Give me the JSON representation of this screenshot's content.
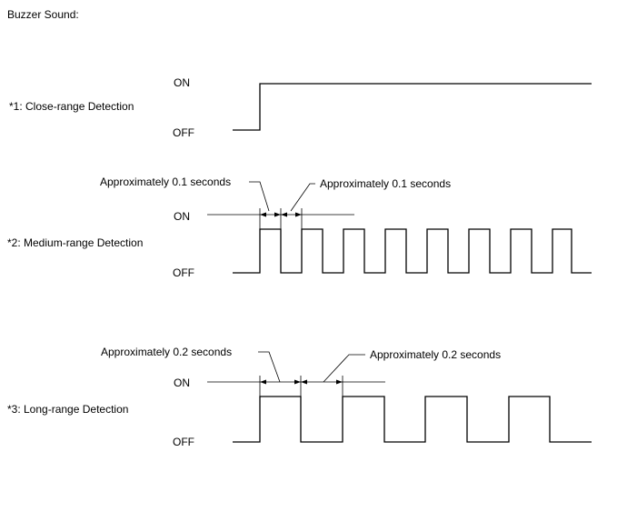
{
  "title": "Buzzer Sound:",
  "level_on": "ON",
  "level_off": "OFF",
  "detections": [
    {
      "label": "*1: Close-range Detection"
    },
    {
      "label": "*2: Medium-range Detection",
      "annotation_left": "Approximately 0.1 seconds",
      "annotation_right": "Approximately 0.1 seconds"
    },
    {
      "label": "*3: Long-range Detection",
      "annotation_left": "Approximately 0.2 seconds",
      "annotation_right": "Approximately 0.2 seconds"
    }
  ]
}
